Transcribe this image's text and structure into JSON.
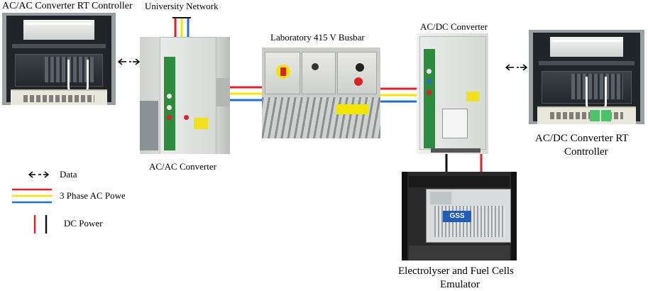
{
  "labels": {
    "acac_rt_controller": "AC/AC Converter RT Controller",
    "university_network": "University Network",
    "busbar": "Laboratory 415 V Busbar",
    "acdc_converter_title": "AC/DC Converter",
    "acac_converter": "AC/AC Converter",
    "acdc_rt_controller_line1": "AC/DC Converter RT",
    "acdc_rt_controller_line2": "Controller",
    "emulator_line1": "Electrolyser and Fuel Cells",
    "emulator_line2": "Emulator",
    "data_arrow_left": "↔",
    "data_arrow_right": "↔"
  },
  "legend": {
    "data": "Data",
    "ac_power": "3 Phase AC Powe",
    "dc_power": "DC Power",
    "data_symbol": "←‑‑>"
  },
  "photo_text": {
    "emulator_logo": "GSS"
  },
  "colors": {
    "phase_red": "#e0202a",
    "phase_yellow": "#f2e600",
    "phase_blue": "#2070d0",
    "dc_red": "#e0202a",
    "dc_black": "#111111",
    "cabinet_green": "#2e8a3c"
  }
}
